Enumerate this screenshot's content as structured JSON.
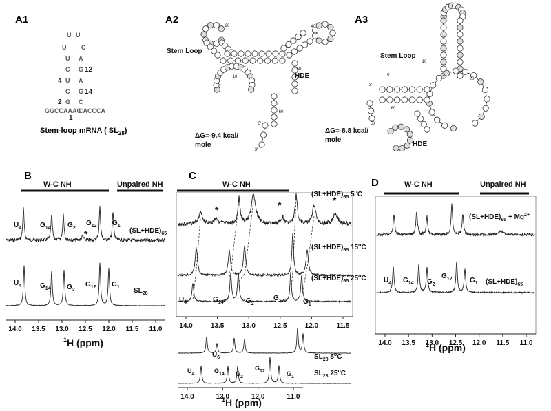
{
  "panel_labels": {
    "a1": "A1",
    "a2": "A2",
    "a3": "A3",
    "b": "B",
    "c": "C",
    "d": "D"
  },
  "a1": {
    "hairpin_rows": [
      {
        "left": "U",
        "right": "U"
      },
      {
        "left": "U",
        "right": "C"
      },
      {
        "left": "U",
        "right": "A"
      },
      {
        "left": "C",
        "right": "G"
      },
      {
        "left": "U",
        "right": "A"
      },
      {
        "left": "C",
        "right": "G"
      },
      {
        "left": "G",
        "right": "C"
      }
    ],
    "numbers": [
      "12",
      "4",
      "14",
      "2",
      "1"
    ],
    "tail_left": "GGCCAAAG",
    "tail_right": "CACCCA",
    "caption_main": "Stem-loop mRNA ( SL",
    "caption_sub": "28",
    "caption_end": ")"
  },
  "a2": {
    "stem_loop_label": "Stem Loop",
    "hde_label": "HDE",
    "dg_line1": "ΔG=-9.4 kcal/",
    "dg_line2": "mole",
    "position_numbers": [
      "20",
      "40",
      "10",
      "50",
      "60",
      "5'",
      "3'"
    ]
  },
  "a3": {
    "stem_loop_label": "Stem Loop",
    "hde_label": "HDE",
    "dg_line1": "ΔG=-8.8 kcal/",
    "dg_line2": "mole",
    "position_numbers": [
      "10",
      "20",
      "5'",
      "3'",
      "60",
      "50"
    ]
  },
  "b": {
    "wc_label": "W-C NH",
    "unpaired_label": "Unpaired NH",
    "top_peaks": [
      "U",
      "G",
      "G",
      "G",
      "G"
    ],
    "peak_subs": [
      "4",
      "14",
      "2",
      "12",
      "1"
    ],
    "asterisk": "*",
    "top_sample_main": "(SL+HDE)",
    "top_sample_sub": "65",
    "bottom_sample_main": "SL",
    "bottom_sample_sub": "28",
    "ticks": [
      "14.0",
      "13.5",
      "13.0",
      "12.5",
      "12.0",
      "11.5",
      "11.0"
    ],
    "axis_sup": "1",
    "axis_title": "H (ppm)"
  },
  "c": {
    "wc_label": "W-C NH",
    "asterisk": "*",
    "spectra_labels": [
      {
        "main": "(SL+HDE)",
        "sub": "65",
        "temp": "5",
        "unit": "C"
      },
      {
        "main": "(SL+HDE)",
        "sub": "65",
        "temp": "15",
        "unit": "C"
      },
      {
        "main": "(SL+HDE)",
        "sub": "65",
        "temp": "25",
        "unit": "C"
      }
    ],
    "peaks": [
      "U",
      "G",
      "G",
      "G",
      "G"
    ],
    "peak_subs": [
      "4",
      "14",
      "2",
      "12",
      "1"
    ],
    "top_ticks": [
      "14.0",
      "13.5",
      "13.0",
      "12.5",
      "12.0",
      "11.5"
    ],
    "sl_5c": {
      "main": "SL",
      "sub": "28",
      "temp": "5",
      "unit": "C"
    },
    "u6": {
      "main": "U",
      "sub": "6"
    },
    "sl_25c": {
      "main": "SL",
      "sub": "28",
      "temp": "25",
      "unit": "C"
    },
    "bottom_ticks": [
      "14.0",
      "13.0",
      "12.0",
      "11.0"
    ],
    "axis_sup": "1",
    "axis_title": "H (ppm)",
    "degree": "o"
  },
  "d": {
    "wc_label": "W-C NH",
    "unpaired_label": "Unpaired NH",
    "top_sample_main": "(SL+HDE)",
    "top_sample_sub": "65",
    "top_sample_suffix": " + Mg",
    "top_sample_sup": "2+",
    "bottom_sample_main": "(SL+HDE)",
    "bottom_sample_sub": "65",
    "peaks": [
      "U",
      "G",
      "G",
      "G",
      "G"
    ],
    "peak_subs": [
      "4",
      "14",
      "2",
      "12",
      "1"
    ],
    "ticks": [
      "14.0",
      "13.5",
      "13.0",
      "12.5",
      "12.0",
      "11.5",
      "11.0"
    ],
    "axis_sup": "1",
    "axis_title": "H (ppm)"
  }
}
